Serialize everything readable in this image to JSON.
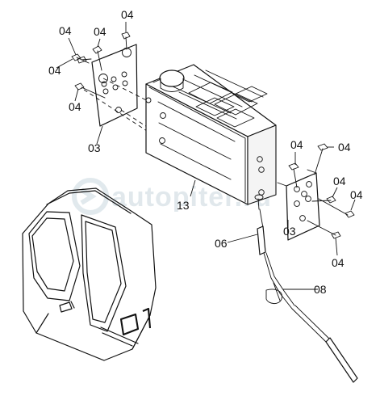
{
  "watermark": {
    "text": "autopiter.ru",
    "icon": "circle-arrow-logo"
  },
  "callouts": {
    "bolt_tl_a": "04",
    "bolt_tl_b": "04",
    "bolt_tl_c": "04",
    "bolt_tl_d": "04",
    "bolt_tl_e": "04",
    "left_bracket": "03",
    "radio_unit": "13",
    "antenna": "06",
    "cable": "08",
    "bolt_tr_a": "04",
    "bolt_tr_b": "04",
    "bolt_tr_c": "04",
    "bolt_tr_d": "04",
    "bolt_br": "04",
    "right_bracket": "03"
  },
  "cab": {
    "badge_text": "01"
  }
}
